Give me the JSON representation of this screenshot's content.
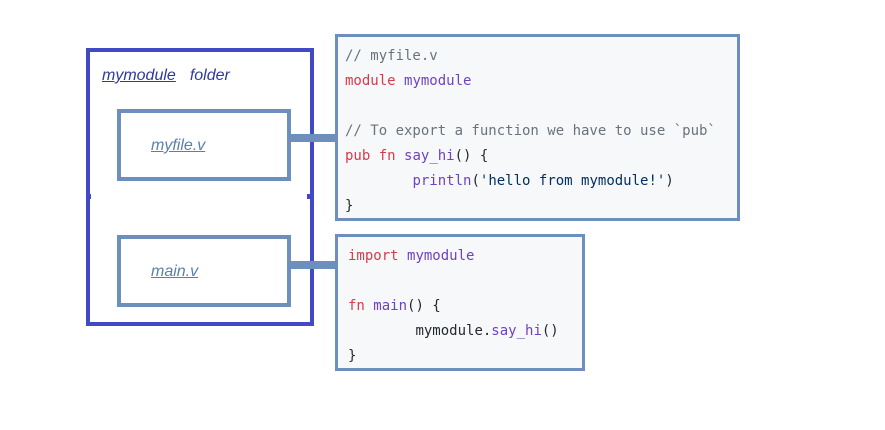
{
  "folder": {
    "name": "mymodule",
    "suffix": "folder"
  },
  "files": [
    {
      "label": "myfile.v"
    },
    {
      "label": "main.v"
    }
  ],
  "code_myfile": {
    "l1": "// myfile.v",
    "l2_kw": "module",
    "l2_id": "mymodule",
    "l4": "// To export a function we have to use `pub`",
    "l5_kw1": "pub",
    "l5_kw2": "fn",
    "l5_fn": "say_hi",
    "l5_rest": "() {",
    "l6_indent": "        ",
    "l6_fn": "println",
    "l6_open": "(",
    "l6_str": "'hello from mymodule!'",
    "l6_close": ")",
    "l7": "}"
  },
  "code_main": {
    "l1_kw": "import",
    "l1_id": "mymodule",
    "l3_kw": "fn",
    "l3_fn": "main",
    "l3_rest": "() {",
    "l4_indent": "        ",
    "l4_obj": "mymodule.",
    "l4_fn": "say_hi",
    "l4_rest": "()",
    "l5": "}"
  },
  "colors": {
    "folder_border": "#4249c6",
    "file_border": "#6c8fbd",
    "code_bg": "#f6f8fa",
    "keyword": "#d73a49",
    "function": "#6f42c1",
    "comment": "#6a737d"
  }
}
